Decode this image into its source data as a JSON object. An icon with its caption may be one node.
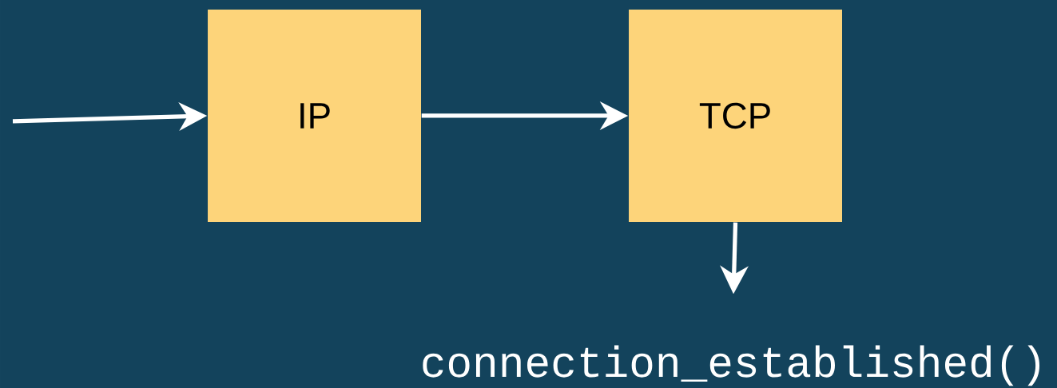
{
  "diagram": {
    "nodes": [
      {
        "text": [
          "IP"
        ]
      },
      {
        "text": [
          "TCP"
        ]
      },
      {
        "text": [
          "connection_established()"
        ]
      }
    ],
    "edges": [
      {
        "from": null,
        "to": 0,
        "arrow": "to"
      },
      {
        "from": 0,
        "to": 1,
        "arrow": "to"
      },
      {
        "from": 1,
        "to": 2,
        "arrow": "to"
      }
    ]
  }
}
